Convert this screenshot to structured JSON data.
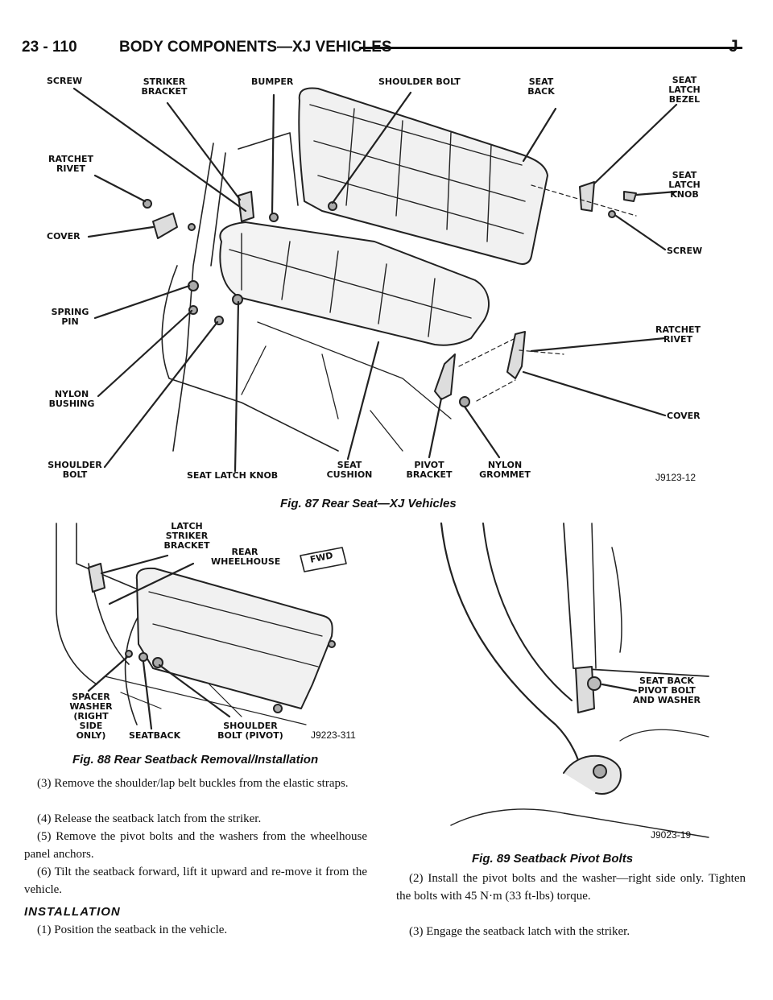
{
  "header": {
    "page_number": "23 - 110",
    "section_title": "BODY COMPONENTS—XJ VEHICLES",
    "tab": "J"
  },
  "fig87": {
    "labels": {
      "screw_top": "SCREW",
      "striker_bracket": "STRIKER\nBRACKET",
      "bumper": "BUMPER",
      "shoulder_bolt_top": "SHOULDER BOLT",
      "seat_back": "SEAT\nBACK",
      "seat_latch_bezel": "SEAT\nLATCH\nBEZEL",
      "ratchet_rivet_left": "RATCHET\nRIVET",
      "seat_latch_knob_right": "SEAT\nLATCH\nKNOB",
      "cover_left": "COVER",
      "screw_right": "SCREW",
      "spring_pin": "SPRING\nPIN",
      "ratchet_rivet_right": "RATCHET\nRIVET",
      "nylon_bushing": "NYLON\nBUSHING",
      "cover_right": "COVER",
      "shoulder_bolt_bottom": "SHOULDER\nBOLT",
      "seat_latch_knob_bottom": "SEAT LATCH KNOB",
      "seat_cushion": "SEAT\nCUSHION",
      "pivot_bracket": "PIVOT\nBRACKET",
      "nylon_grommet": "NYLON\nGROMMET"
    },
    "code": "J9123-12",
    "caption": "Fig. 87 Rear Seat—XJ Vehicles"
  },
  "fig88": {
    "labels": {
      "latch_striker_bracket": "LATCH\nSTRIKER\nBRACKET",
      "rear_wheelhouse": "REAR\nWHEELHOUSE",
      "fwd": "FWD",
      "spacer_washer": "SPACER\nWASHER\n(RIGHT SIDE\nONLY)",
      "seatback": "SEATBACK",
      "shoulder_bolt_pivot": "SHOULDER\nBOLT (PIVOT)"
    },
    "code": "J9223-311",
    "caption": "Fig. 88 Rear Seatback Removal/Installation"
  },
  "fig89": {
    "labels": {
      "pivot_bolt": "SEAT BACK\nPIVOT BOLT\nAND WASHER"
    },
    "code": "J9023-19",
    "caption": "Fig. 89 Seatback Pivot Bolts"
  },
  "left_text": {
    "p3": "(3) Remove the shoulder/lap belt buckles from the elastic straps.",
    "p4": "(4) Release the seatback latch from the striker.",
    "p5": "(5) Remove the pivot bolts and the washers from the wheelhouse panel anchors.",
    "p6": "(6) Tilt the seatback forward, lift it upward and re-move it from the vehicle.",
    "installation_heading": "INSTALLATION",
    "i1": "(1) Position the seatback in the vehicle."
  },
  "right_text": {
    "i2": "(2) Install the pivot bolts and the washer—right side only. Tighten the bolts with 45 N·m (33 ft-lbs) torque.",
    "i3": "(3) Engage the seatback latch with the striker."
  }
}
